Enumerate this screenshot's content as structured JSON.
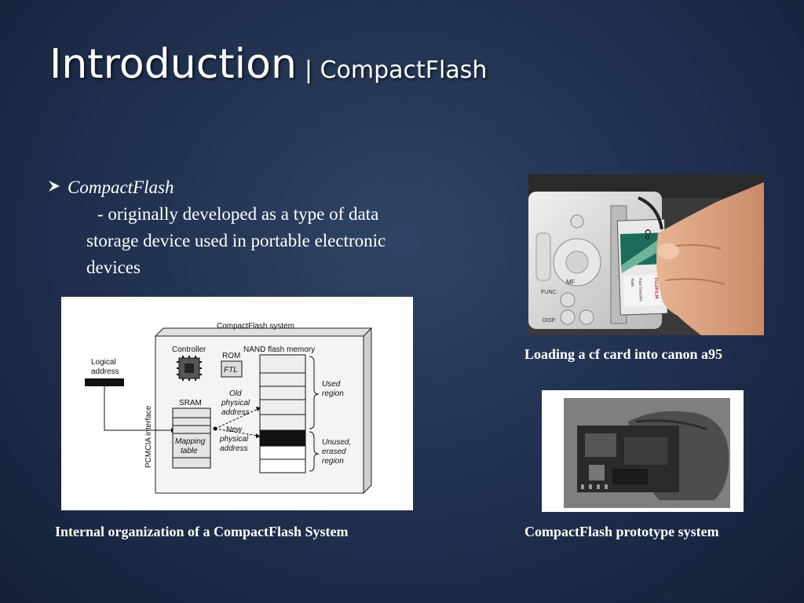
{
  "slide": {
    "title": "Introduction",
    "subtitle": "| CompactFlash",
    "bullet": {
      "heading": "CompactFlash",
      "line1": "- originally developed as a type of data",
      "line2": "storage device used in portable electronic",
      "line3": "devices"
    }
  },
  "diagram": {
    "caption": "Internal organization of a CompactFlash System",
    "system_label": "CompactFlash system",
    "logical_address": [
      "Logical",
      "address"
    ],
    "interface_label": "PCMCIA interface",
    "controller": "Controller",
    "rom": "ROM",
    "ftl": "FTL",
    "sram": "SRAM",
    "mapping_table": [
      "Mapping",
      "table"
    ],
    "nand": "NAND flash memory",
    "old_physical": [
      "Old",
      "physical",
      "address"
    ],
    "new_physical": [
      "New",
      "physical",
      "address"
    ],
    "used_region": [
      "Used",
      "region"
    ],
    "unused_region": [
      "Unused,",
      "erased",
      "region"
    ]
  },
  "camera_photo": {
    "caption": "Loading a cf card into canon a95",
    "card_text": [
      "Co",
      "FUJIFILM",
      "Fast Transfer",
      "Rate"
    ],
    "button_labels": [
      "FUNC.",
      "DISP.",
      "MF"
    ]
  },
  "prototype_photo": {
    "caption": "CompactFlash prototype system"
  }
}
